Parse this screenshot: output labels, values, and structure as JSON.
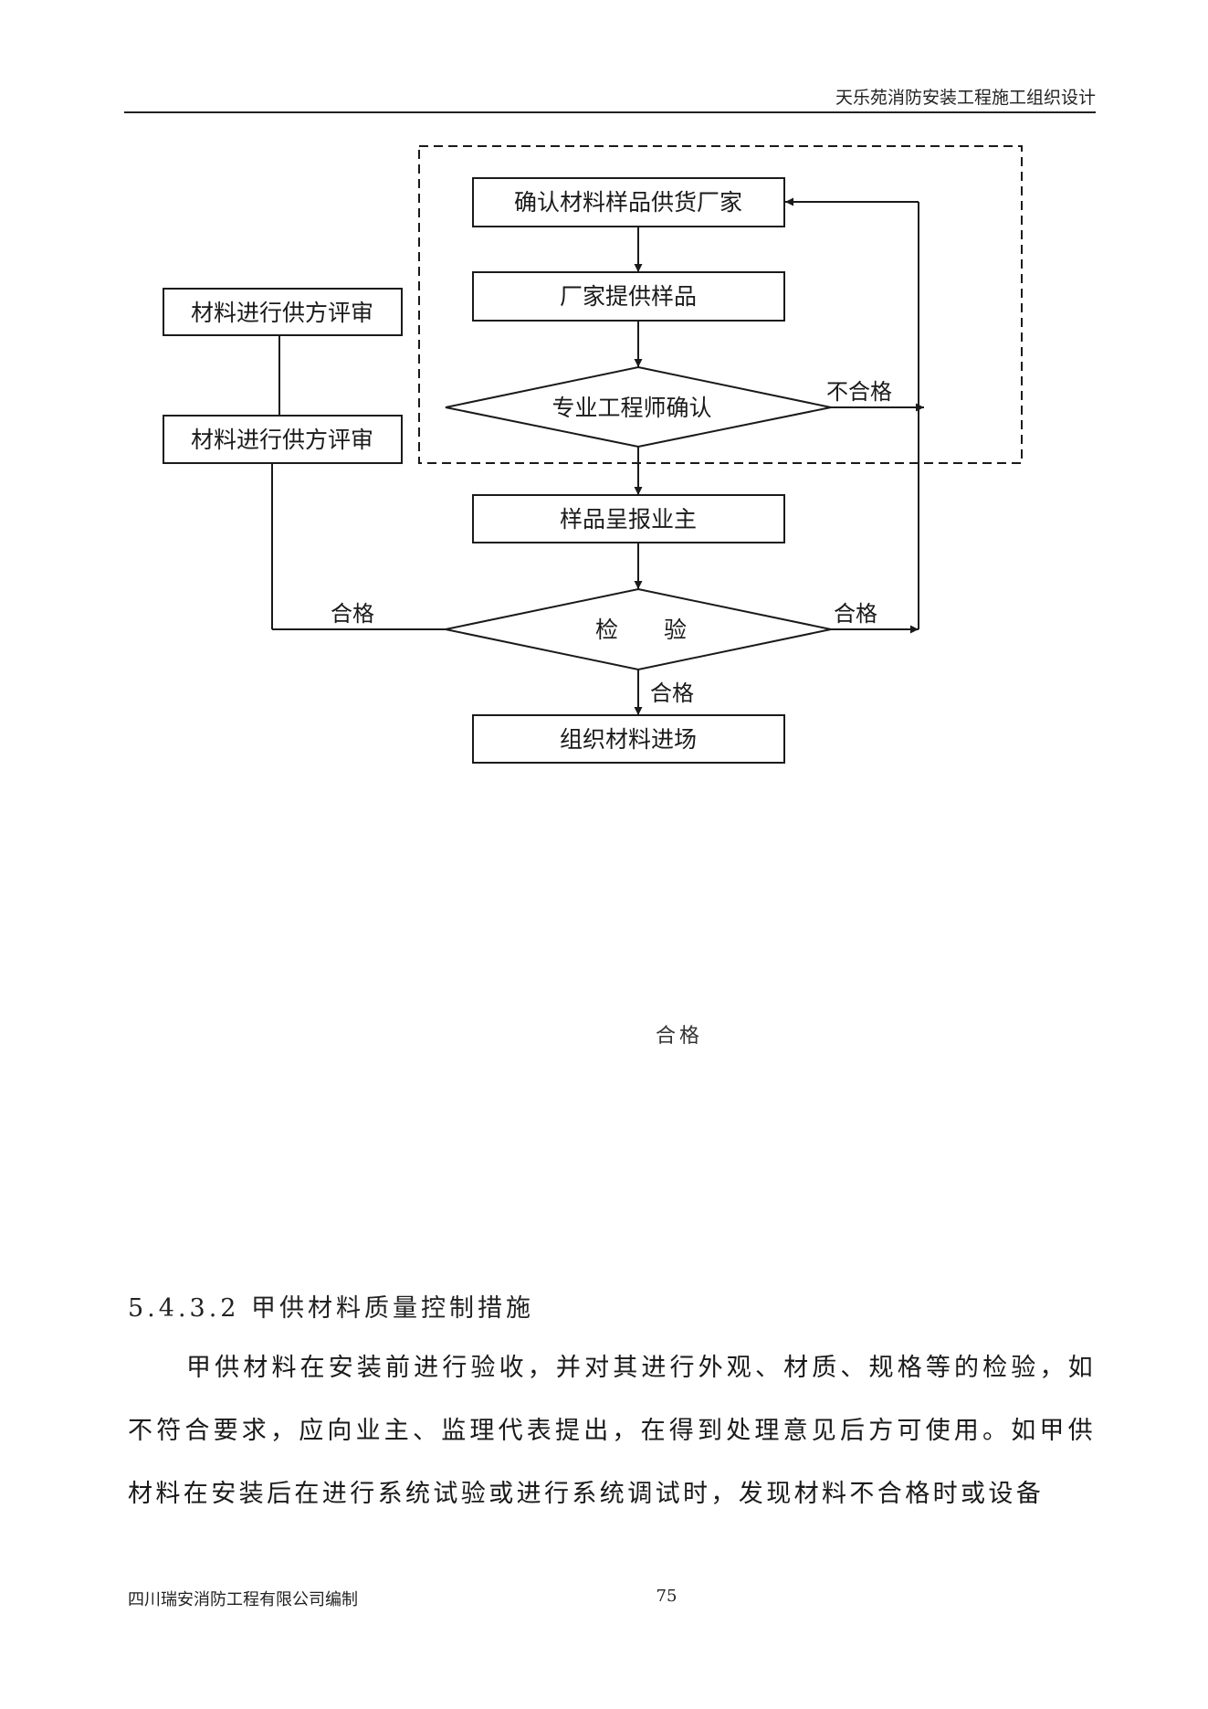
{
  "header": {
    "title": "天乐苑消防安装工程施工组织设计"
  },
  "flowchart": {
    "nodes": {
      "confirm_supplier": "确认材料样品供货厂家",
      "supplier_sample": "厂家提供样品",
      "engineer_confirm": "专业工程师确认",
      "submit_owner": "样品呈报业主",
      "inspection": "检　　验",
      "materials_entry": "组织材料进场",
      "review_1": "材料进行供方评审",
      "review_2": "材料进行供方评审"
    },
    "edge_labels": {
      "fail": "不合格",
      "pass_left": "合格",
      "pass_right": "合格",
      "pass_down": "合格"
    }
  },
  "stray_label": "合格",
  "section": {
    "heading": "5.4.3.2 甲供材料质量控制措施",
    "paragraph": "甲供材料在安装前进行验收，并对其进行外观、材质、规格等的检验，如不符合要求，应向业主、监理代表提出，在得到处理意见后方可使用。如甲供材料在安装后在进行系统试验或进行系统调试时，发现材料不合格时或设备"
  },
  "footer": {
    "company": "四川瑞安消防工程有限公司编制",
    "page_number": "75"
  }
}
